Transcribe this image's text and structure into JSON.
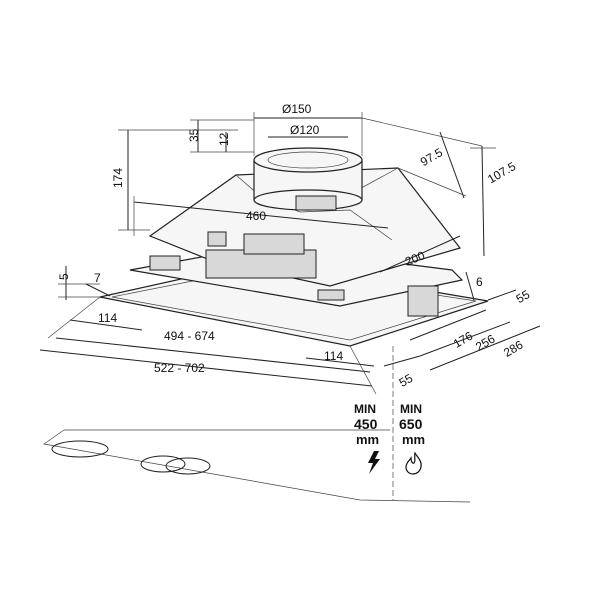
{
  "drawing": {
    "dimensions": {
      "d150": "Ø150",
      "d120": "Ø120",
      "h35": "35",
      "h12": "12",
      "d97_5": "97.5",
      "d107_5": "107.5",
      "h174": "174",
      "w460": "460",
      "w200": "200",
      "h5": "5",
      "h7": "7",
      "w114_left": "114",
      "w494_674": "494 - 674",
      "w522_702": "522 - 702",
      "w114_right": "114",
      "h6": "6",
      "d55_top": "55",
      "d176": "176",
      "d256": "256",
      "d286": "286",
      "d55_bottom": "55"
    },
    "clearance": {
      "electric": {
        "line1": "MIN",
        "line2": "450",
        "line3": "mm",
        "icon": "lightning-icon"
      },
      "gas": {
        "line1": "MIN",
        "line2": "650",
        "line3": "mm",
        "icon": "flame-icon"
      }
    }
  }
}
